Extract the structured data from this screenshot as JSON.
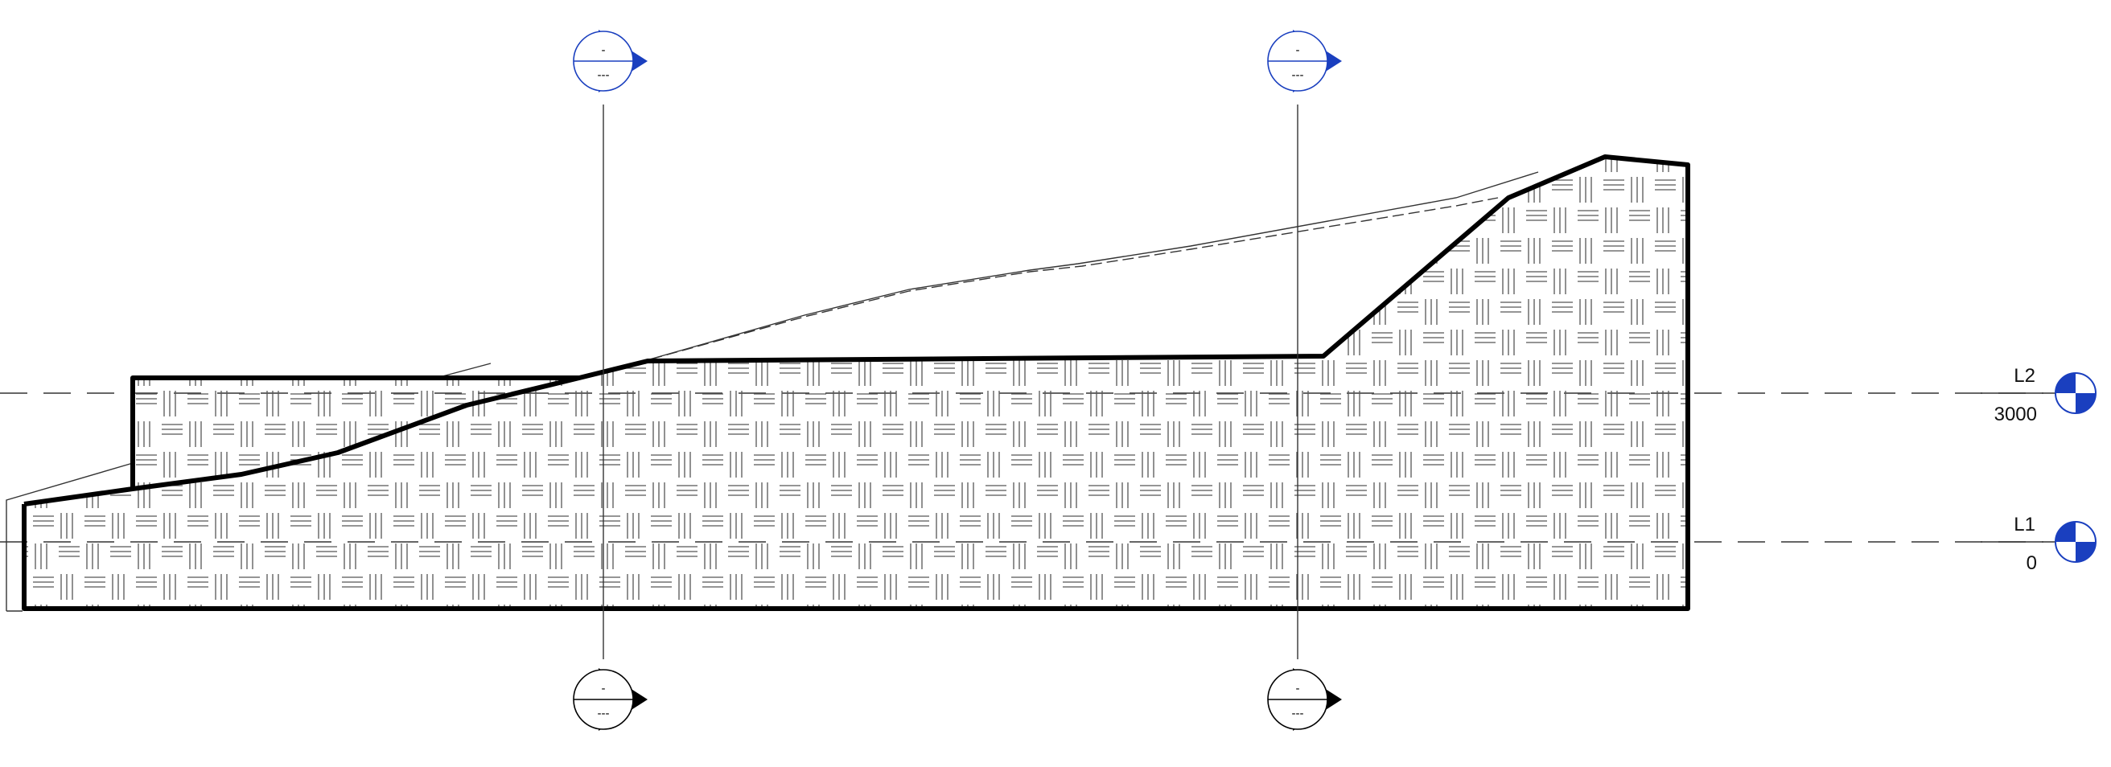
{
  "view": {
    "background": "#ffffff",
    "line_color": "#000000",
    "accent_color": "#1a3fbf"
  },
  "levels": [
    {
      "name": "L2",
      "elevation": "3000"
    },
    {
      "name": "L1",
      "elevation": "0"
    }
  ],
  "section_markers": [
    {
      "top_number": "-",
      "top_sheet": "---",
      "bottom_number": "-",
      "bottom_sheet": "---"
    },
    {
      "top_number": "-",
      "top_sheet": "---",
      "bottom_number": "-",
      "bottom_sheet": "---"
    }
  ],
  "fill_pattern": "parquet-hatch"
}
